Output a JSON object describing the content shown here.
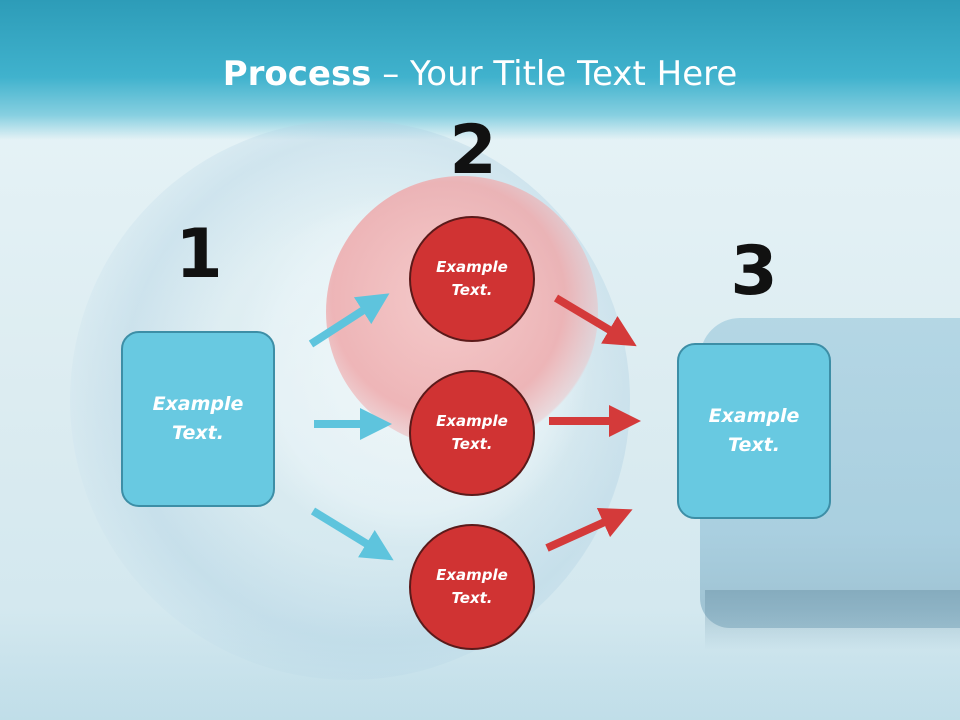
{
  "title": {
    "strong": "Process",
    "rest": " – Your Title Text Here"
  },
  "steps": [
    "1",
    "2",
    "3"
  ],
  "left_box": {
    "text": "Example\nText."
  },
  "circles": [
    {
      "text": "Example\nText."
    },
    {
      "text": "Example\nText."
    },
    {
      "text": "Example\nText."
    }
  ],
  "right_box": {
    "text": "Example\nText."
  },
  "colors": {
    "box_fill": "#68c9e1",
    "circle_fill": "#d03333",
    "arrow_blue": "#5ec4dd",
    "arrow_red": "#d43a3a",
    "title_band": "#3aaac6"
  }
}
